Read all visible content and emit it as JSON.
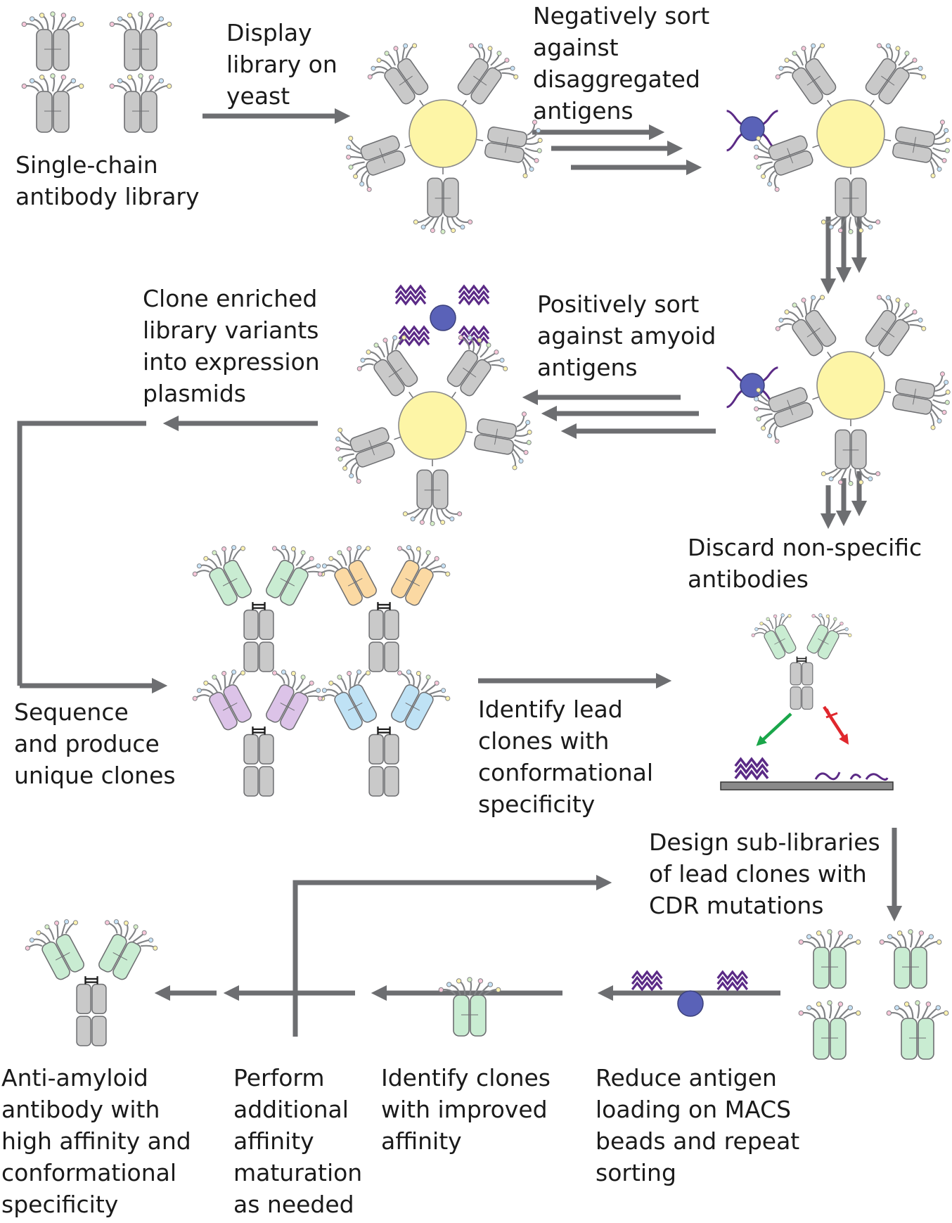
{
  "labels": {
    "library": "Single-chain\nantibody library",
    "display": "Display\nlibrary on\nyeast",
    "negative_sort": "Negatively sort\nagainst\ndisaggregated\nantigens",
    "positive_sort": "Positively sort\nagainst amyoid\nantigens",
    "clone_enriched": "Clone enriched\nlibrary variants\ninto expression\nplasmids",
    "discard": "Discard non-specific\nantibodies",
    "sequence": "Sequence\nand produce\nunique clones",
    "identify_lead": "Identify lead\nclones with\nconformational\nspecificity",
    "design_sublib": "Design sub-libraries\nof lead clones with\nCDR mutations",
    "final_antibody": "Anti-amyloid\nantibody with\nhigh affinity and\nconformational\nspecificity",
    "perform_additional": "Perform\nadditional\naffinity\nmaturation\nas needed",
    "identify_improved": "Identify clones\nwith improved\naffinity",
    "reduce_antigen": "Reduce antigen\nloading on MACS\nbeads and repeat\nsorting"
  },
  "colors": {
    "arrow": "#6d6e71",
    "yeast": "#fdf5a6",
    "bead": "#5a62b8",
    "fibril": "#5b2a86",
    "green": "#c9ecd2",
    "orange": "#fbd9a3",
    "purple": "#dcc3e8",
    "blue": "#bfe2f5",
    "grey_domain": "#c9c9c9",
    "binds": "#1aa64a",
    "no_bind": "#e0272d"
  }
}
